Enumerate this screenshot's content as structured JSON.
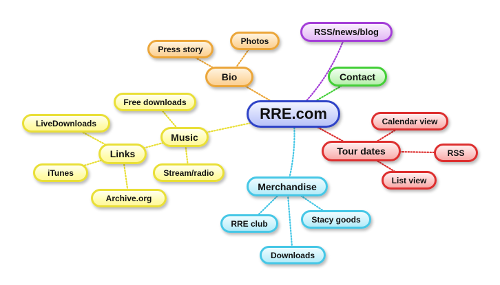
{
  "center": {
    "label": "RRE.com"
  },
  "bio": {
    "label": "Bio",
    "children": [
      "Press story",
      "Photos"
    ]
  },
  "rss_news": {
    "label": "RSS/news/blog"
  },
  "contact": {
    "label": "Contact"
  },
  "music": {
    "label": "Music",
    "children": [
      "Free downloads",
      "Stream/radio"
    ]
  },
  "links": {
    "label": "Links",
    "children": [
      "LiveDownloads",
      "iTunes",
      "Archive.org"
    ]
  },
  "tour_dates": {
    "label": "Tour dates",
    "children": [
      "Calendar view",
      "RSS",
      "List view"
    ]
  },
  "merchandise": {
    "label": "Merchandise",
    "children": [
      "RRE club",
      "Stacy goods",
      "Downloads"
    ]
  },
  "colors": {
    "blue": "#2f43c7",
    "yellow": "#e9df37",
    "orange": "#eba63a",
    "purple": "#a43fd8",
    "green": "#43cf37",
    "red": "#dd2f2f",
    "cyan": "#46c7e6"
  }
}
